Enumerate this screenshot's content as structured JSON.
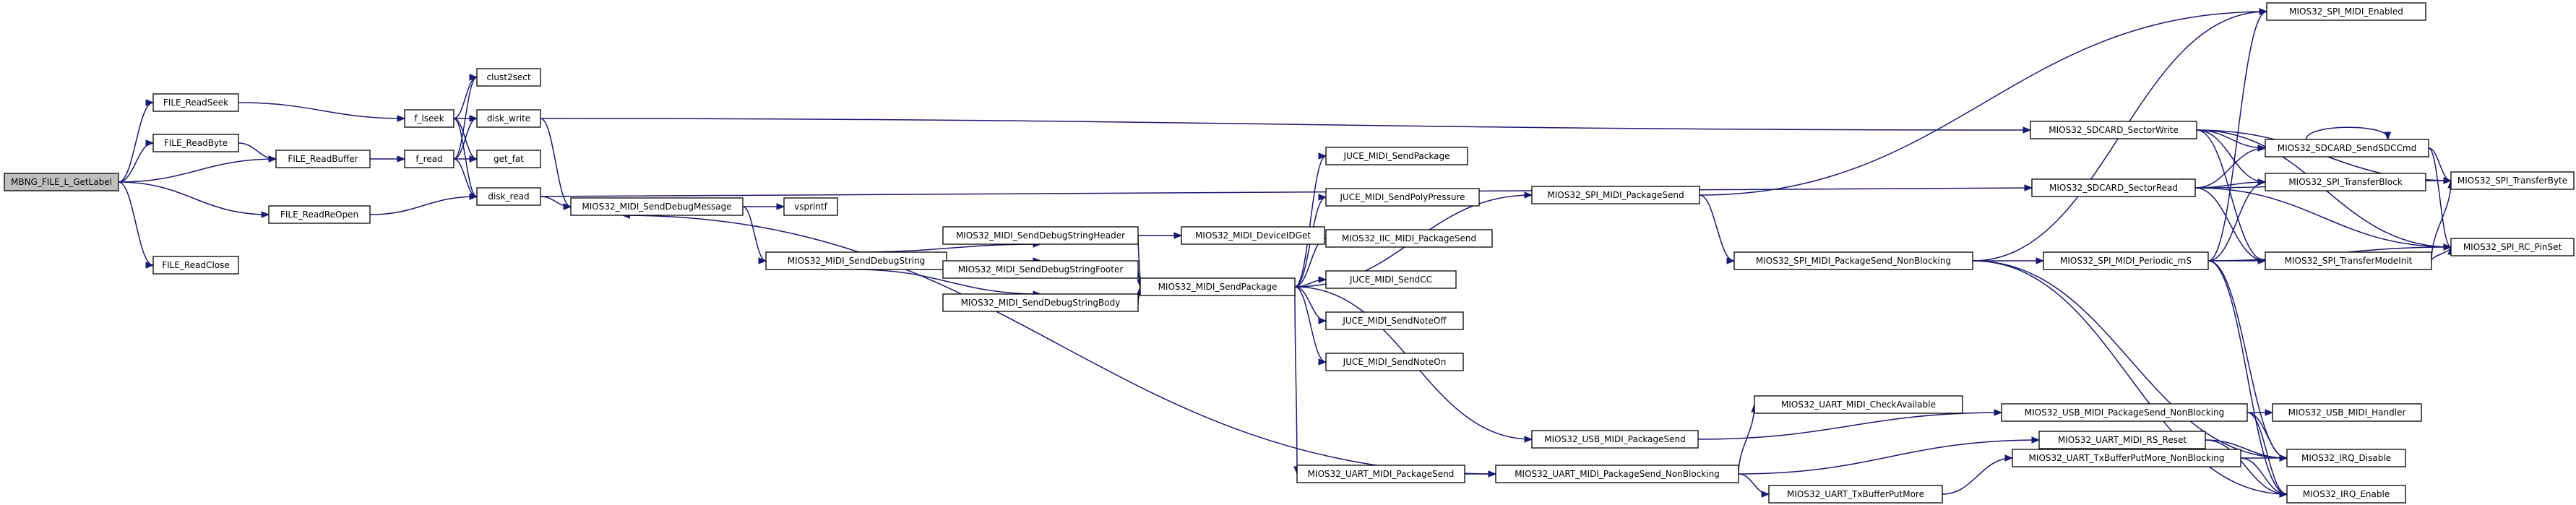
{
  "graph": {
    "nodes": [
      {
        "id": "root",
        "label": "MBNG_FILE_L_GetLabel",
        "root": true
      },
      {
        "id": "readseek",
        "label": "FILE_ReadSeek"
      },
      {
        "id": "readbyte",
        "label": "FILE_ReadByte"
      },
      {
        "id": "readbuffer",
        "label": "FILE_ReadBuffer"
      },
      {
        "id": "readreopen",
        "label": "FILE_ReadReOpen"
      },
      {
        "id": "readclose",
        "label": "FILE_ReadClose"
      },
      {
        "id": "flseek",
        "label": "f_lseek"
      },
      {
        "id": "fread",
        "label": "f_read"
      },
      {
        "id": "clust2sect",
        "label": "clust2sect"
      },
      {
        "id": "diskwrite",
        "label": "disk_write"
      },
      {
        "id": "getfat",
        "label": "get_fat"
      },
      {
        "id": "diskread",
        "label": "disk_read"
      },
      {
        "id": "senddebugmsg",
        "label": "MIOS32_MIDI_SendDebugMessage"
      },
      {
        "id": "vsprintf",
        "label": "vsprintf"
      },
      {
        "id": "senddebugstring",
        "label": "MIOS32_MIDI_SendDebugString"
      },
      {
        "id": "senddebugheader",
        "label": "MIOS32_MIDI_SendDebugStringHeader"
      },
      {
        "id": "senddebugfooter",
        "label": "MIOS32_MIDI_SendDebugStringFooter"
      },
      {
        "id": "senddebugbody",
        "label": "MIOS32_MIDI_SendDebugStringBody"
      },
      {
        "id": "deviceidget",
        "label": "MIOS32_MIDI_DeviceIDGet"
      },
      {
        "id": "sendpackage",
        "label": "MIOS32_MIDI_SendPackage"
      },
      {
        "id": "juce_sendpackage",
        "label": "JUCE_MIDI_SendPackage"
      },
      {
        "id": "juce_polypressure",
        "label": "JUCE_MIDI_SendPolyPressure"
      },
      {
        "id": "iic_packagesend",
        "label": "MIOS32_IIC_MIDI_PackageSend"
      },
      {
        "id": "juce_cc",
        "label": "JUCE_MIDI_SendCC"
      },
      {
        "id": "juce_noteoff",
        "label": "JUCE_MIDI_SendNoteOff"
      },
      {
        "id": "juce_noteon",
        "label": "JUCE_MIDI_SendNoteOn"
      },
      {
        "id": "spi_packagesend",
        "label": "MIOS32_SPI_MIDI_PackageSend"
      },
      {
        "id": "usb_packagesend",
        "label": "MIOS32_USB_MIDI_PackageSend"
      },
      {
        "id": "uart_packagesend",
        "label": "MIOS32_UART_MIDI_PackageSend"
      },
      {
        "id": "spi_nonblocking",
        "label": "MIOS32_SPI_MIDI_PackageSend_NonBlocking"
      },
      {
        "id": "uart_nonblocking",
        "label": "MIOS32_UART_MIDI_PackageSend_NonBlocking"
      },
      {
        "id": "uart_checkavail",
        "label": "MIOS32_UART_MIDI_CheckAvailable"
      },
      {
        "id": "uart_txputmore",
        "label": "MIOS32_UART_TxBufferPutMore"
      },
      {
        "id": "sdcard_write",
        "label": "MIOS32_SDCARD_SectorWrite"
      },
      {
        "id": "sdcard_read",
        "label": "MIOS32_SDCARD_SectorRead"
      },
      {
        "id": "spi_periodic",
        "label": "MIOS32_SPI_MIDI_Periodic_mS"
      },
      {
        "id": "usb_nonblocking",
        "label": "MIOS32_USB_MIDI_PackageSend_NonBlocking"
      },
      {
        "id": "uart_rsreset",
        "label": "MIOS32_UART_MIDI_RS_Reset"
      },
      {
        "id": "uart_txputmore_nb",
        "label": "MIOS32_UART_TxBufferPutMore_NonBlocking"
      },
      {
        "id": "spi_enabled",
        "label": "MIOS32_SPI_MIDI_Enabled"
      },
      {
        "id": "sdcard_sendcmd",
        "label": "MIOS32_SDCARD_SendSDCCmd"
      },
      {
        "id": "spi_transferblock",
        "label": "MIOS32_SPI_TransferBlock"
      },
      {
        "id": "spi_transfermodeinit",
        "label": "MIOS32_SPI_TransferModeInit"
      },
      {
        "id": "usb_handler",
        "label": "MIOS32_USB_MIDI_Handler"
      },
      {
        "id": "irq_disable",
        "label": "MIOS32_IRQ_Disable"
      },
      {
        "id": "irq_enable",
        "label": "MIOS32_IRQ_Enable"
      },
      {
        "id": "spi_transferbyte",
        "label": "MIOS32_SPI_TransferByte"
      },
      {
        "id": "spi_rc_pinset",
        "label": "MIOS32_SPI_RC_PinSet"
      }
    ],
    "edges": [
      [
        "root",
        "readseek"
      ],
      [
        "root",
        "readbyte"
      ],
      [
        "root",
        "readbuffer"
      ],
      [
        "root",
        "readreopen"
      ],
      [
        "root",
        "readclose"
      ],
      [
        "readseek",
        "flseek"
      ],
      [
        "readbyte",
        "readbuffer"
      ],
      [
        "readbuffer",
        "fread"
      ],
      [
        "readreopen",
        "diskread"
      ],
      [
        "flseek",
        "clust2sect"
      ],
      [
        "flseek",
        "diskwrite"
      ],
      [
        "flseek",
        "getfat"
      ],
      [
        "flseek",
        "diskread"
      ],
      [
        "fread",
        "clust2sect"
      ],
      [
        "fread",
        "diskwrite"
      ],
      [
        "fread",
        "getfat"
      ],
      [
        "fread",
        "diskread"
      ],
      [
        "diskwrite",
        "senddebugmsg"
      ],
      [
        "diskwrite",
        "sdcard_write"
      ],
      [
        "diskread",
        "senddebugmsg"
      ],
      [
        "diskread",
        "sdcard_read"
      ],
      [
        "senddebugmsg",
        "vsprintf"
      ],
      [
        "senddebugmsg",
        "senddebugstring"
      ],
      [
        "senddebugstring",
        "senddebugheader"
      ],
      [
        "senddebugstring",
        "senddebugfooter"
      ],
      [
        "senddebugstring",
        "senddebugbody"
      ],
      [
        "senddebugheader",
        "deviceidget"
      ],
      [
        "senddebugheader",
        "sendpackage"
      ],
      [
        "senddebugfooter",
        "sendpackage"
      ],
      [
        "senddebugbody",
        "sendpackage"
      ],
      [
        "sendpackage",
        "juce_sendpackage"
      ],
      [
        "sendpackage",
        "juce_polypressure"
      ],
      [
        "sendpackage",
        "iic_packagesend"
      ],
      [
        "sendpackage",
        "juce_cc"
      ],
      [
        "sendpackage",
        "juce_noteoff"
      ],
      [
        "sendpackage",
        "juce_noteon"
      ],
      [
        "sendpackage",
        "spi_packagesend"
      ],
      [
        "sendpackage",
        "usb_packagesend"
      ],
      [
        "sendpackage",
        "uart_packagesend"
      ],
      [
        "spi_packagesend",
        "spi_enabled"
      ],
      [
        "spi_packagesend",
        "spi_nonblocking"
      ],
      [
        "spi_nonblocking",
        "spi_enabled"
      ],
      [
        "spi_nonblocking",
        "spi_periodic"
      ],
      [
        "spi_nonblocking",
        "irq_disable"
      ],
      [
        "spi_nonblocking",
        "irq_enable"
      ],
      [
        "usb_packagesend",
        "usb_nonblocking"
      ],
      [
        "uart_packagesend",
        "uart_nonblocking"
      ],
      [
        "uart_nonblocking",
        "uart_checkavail"
      ],
      [
        "uart_nonblocking",
        "uart_rsreset"
      ],
      [
        "uart_nonblocking",
        "uart_txputmore"
      ],
      [
        "uart_nonblocking",
        "senddebugmsg"
      ],
      [
        "uart_txputmore",
        "uart_txputmore_nb"
      ],
      [
        "sdcard_write",
        "sdcard_sendcmd"
      ],
      [
        "sdcard_write",
        "spi_transferblock"
      ],
      [
        "sdcard_write",
        "spi_transfermodeinit"
      ],
      [
        "sdcard_write",
        "spi_transferbyte"
      ],
      [
        "sdcard_write",
        "spi_rc_pinset"
      ],
      [
        "sdcard_read",
        "sdcard_sendcmd"
      ],
      [
        "sdcard_read",
        "spi_transferblock"
      ],
      [
        "sdcard_read",
        "spi_transfermodeinit"
      ],
      [
        "sdcard_read",
        "spi_transferbyte"
      ],
      [
        "sdcard_read",
        "spi_rc_pinset"
      ],
      [
        "sdcard_sendcmd",
        "sdcard_sendcmd"
      ],
      [
        "sdcard_sendcmd",
        "spi_transferbyte"
      ],
      [
        "sdcard_sendcmd",
        "spi_rc_pinset"
      ],
      [
        "spi_periodic",
        "spi_transferblock"
      ],
      [
        "spi_periodic",
        "spi_transfermodeinit"
      ],
      [
        "spi_periodic",
        "spi_rc_pinset"
      ],
      [
        "spi_periodic",
        "spi_enabled"
      ],
      [
        "spi_periodic",
        "irq_disable"
      ],
      [
        "spi_periodic",
        "irq_enable"
      ],
      [
        "spi_transfermodeinit",
        "spi_transferbyte"
      ],
      [
        "spi_transfermodeinit",
        "spi_rc_pinset"
      ],
      [
        "usb_nonblocking",
        "usb_handler"
      ],
      [
        "usb_nonblocking",
        "irq_disable"
      ],
      [
        "usb_nonblocking",
        "irq_enable"
      ],
      [
        "uart_rsreset",
        "irq_disable"
      ],
      [
        "uart_rsreset",
        "irq_enable"
      ],
      [
        "uart_txputmore_nb",
        "irq_disable"
      ],
      [
        "uart_txputmore_nb",
        "irq_enable"
      ]
    ]
  }
}
